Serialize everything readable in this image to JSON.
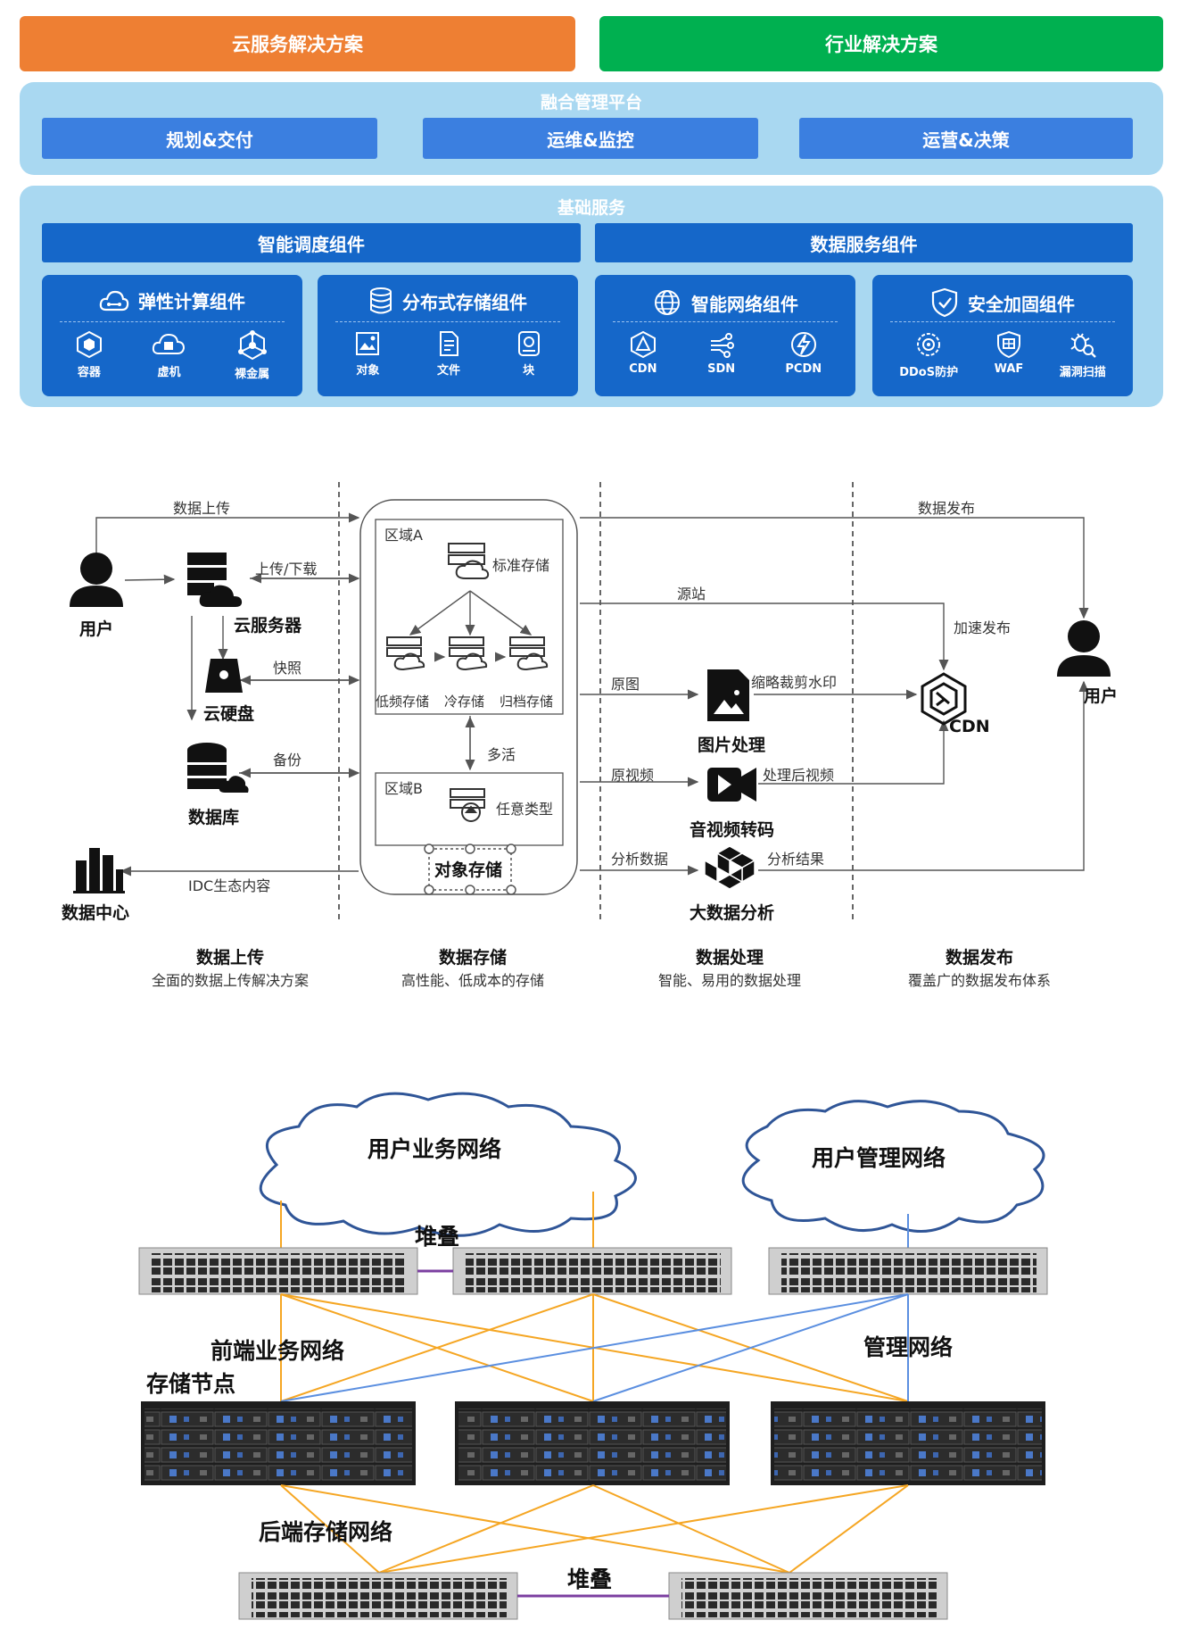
{
  "architecture": {
    "solutions": [
      "云服务解决方案",
      "行业解决方案"
    ],
    "solution_colors": [
      "#ee7f33",
      "#00b050"
    ],
    "management": {
      "title": "融合管理平台",
      "buttons": [
        "规划&交付",
        "运维&监控",
        "运营&决策"
      ]
    },
    "base": {
      "title": "基础服务",
      "groups": [
        "智能调度组件",
        "数据服务组件"
      ],
      "cards": [
        {
          "title": "弹性计算组件",
          "icon": "cloud-link-icon",
          "items": [
            {
              "label": "容器",
              "icon": "container-icon"
            },
            {
              "label": "虚机",
              "icon": "vm-icon"
            },
            {
              "label": "裸金属",
              "icon": "bare-metal-icon"
            }
          ]
        },
        {
          "title": "分布式存储组件",
          "icon": "database-icon",
          "items": [
            {
              "label": "对象",
              "icon": "image-icon"
            },
            {
              "label": "文件",
              "icon": "file-icon"
            },
            {
              "label": "块",
              "icon": "block-icon"
            }
          ]
        },
        {
          "title": "智能网络组件",
          "icon": "globe-icon",
          "items": [
            {
              "label": "CDN",
              "icon": "cdn-icon"
            },
            {
              "label": "SDN",
              "icon": "sdn-icon"
            },
            {
              "label": "PCDN",
              "icon": "pcdn-icon"
            }
          ]
        },
        {
          "title": "安全加固组件",
          "icon": "shield-check-icon",
          "items": [
            {
              "label": "DDoS防护",
              "icon": "ddos-icon"
            },
            {
              "label": "WAF",
              "icon": "waf-icon"
            },
            {
              "label": "漏洞扫描",
              "icon": "bug-scan-icon"
            }
          ]
        }
      ]
    }
  },
  "flow": {
    "nodes": {
      "user_left": "用户",
      "cloud_server": "云服务器",
      "cloud_disk": "云硬盘",
      "database": "数据库",
      "datacenter": "数据中心",
      "object_storage": "对象存储",
      "image_processing": "图片处理",
      "av_transcode": "音视频转码",
      "big_data": "大数据分析",
      "cdn": "CDN",
      "user_right": "用户"
    },
    "region_a": {
      "name": "区域A",
      "standard": "标准存储",
      "tiers": [
        "低频存储",
        "冷存储",
        "归档存储"
      ]
    },
    "region_b": {
      "name": "区域B",
      "any_type": "任意类型"
    },
    "active_label": "多活",
    "edges": {
      "upload_data": "数据上传",
      "upload_download": "上传/下载",
      "snapshot": "快照",
      "backup": "备份",
      "idc": "IDC生态内容",
      "publish": "数据发布",
      "origin": "源站",
      "accel_publish": "加速发布",
      "original_image": "原图",
      "thumb_watermark": "缩略裁剪水印",
      "original_video": "原视频",
      "processed_video": "处理后视频",
      "analysis_data": "分析数据",
      "analysis_result": "分析结果"
    },
    "columns": [
      {
        "title": "数据上传",
        "subtitle": "全面的数据上传解决方案"
      },
      {
        "title": "数据存储",
        "subtitle": "高性能、低成本的存储"
      },
      {
        "title": "数据处理",
        "subtitle": "智能、易用的数据处理"
      },
      {
        "title": "数据发布",
        "subtitle": "覆盖广的数据发布体系"
      }
    ]
  },
  "network": {
    "clouds": [
      "用户业务网络",
      "用户管理网络"
    ],
    "stack_top": "堆叠",
    "frontend": "前端业务网络",
    "management": "管理网络",
    "storage_nodes": "存储节点",
    "backend": "后端存储网络",
    "stack_bottom": "堆叠",
    "colors": {
      "business": "#f5a623",
      "management": "#5b8fe0",
      "stack": "#7b3fa0"
    }
  }
}
